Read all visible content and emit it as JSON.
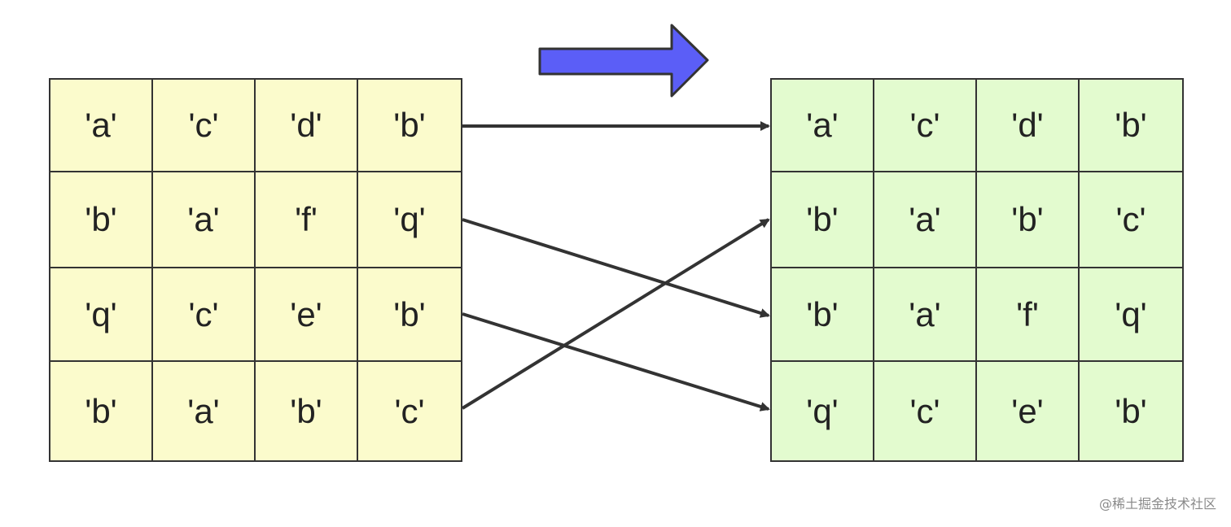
{
  "left_grid": {
    "rows": [
      [
        "'a'",
        "'c'",
        "'d'",
        "'b'"
      ],
      [
        "'b'",
        "'a'",
        "'f'",
        "'q'"
      ],
      [
        "'q'",
        "'c'",
        "'e'",
        "'b'"
      ],
      [
        "'b'",
        "'a'",
        "'b'",
        "'c'"
      ]
    ],
    "fill_color": "#fbfbcc"
  },
  "right_grid": {
    "rows": [
      [
        "'a'",
        "'c'",
        "'d'",
        "'b'"
      ],
      [
        "'b'",
        "'a'",
        "'b'",
        "'c'"
      ],
      [
        "'b'",
        "'a'",
        "'f'",
        "'q'"
      ],
      [
        "'q'",
        "'c'",
        "'e'",
        "'b'"
      ]
    ],
    "fill_color": "#e3fbcf"
  },
  "row_mapping": [
    {
      "from_row": 1,
      "to_row": 1
    },
    {
      "from_row": 2,
      "to_row": 3
    },
    {
      "from_row": 3,
      "to_row": 4
    },
    {
      "from_row": 4,
      "to_row": 2
    }
  ],
  "direction_arrow": {
    "icon": "right-arrow-icon",
    "color": "#5b5ef7"
  },
  "watermark": "@稀土掘金技术社区"
}
